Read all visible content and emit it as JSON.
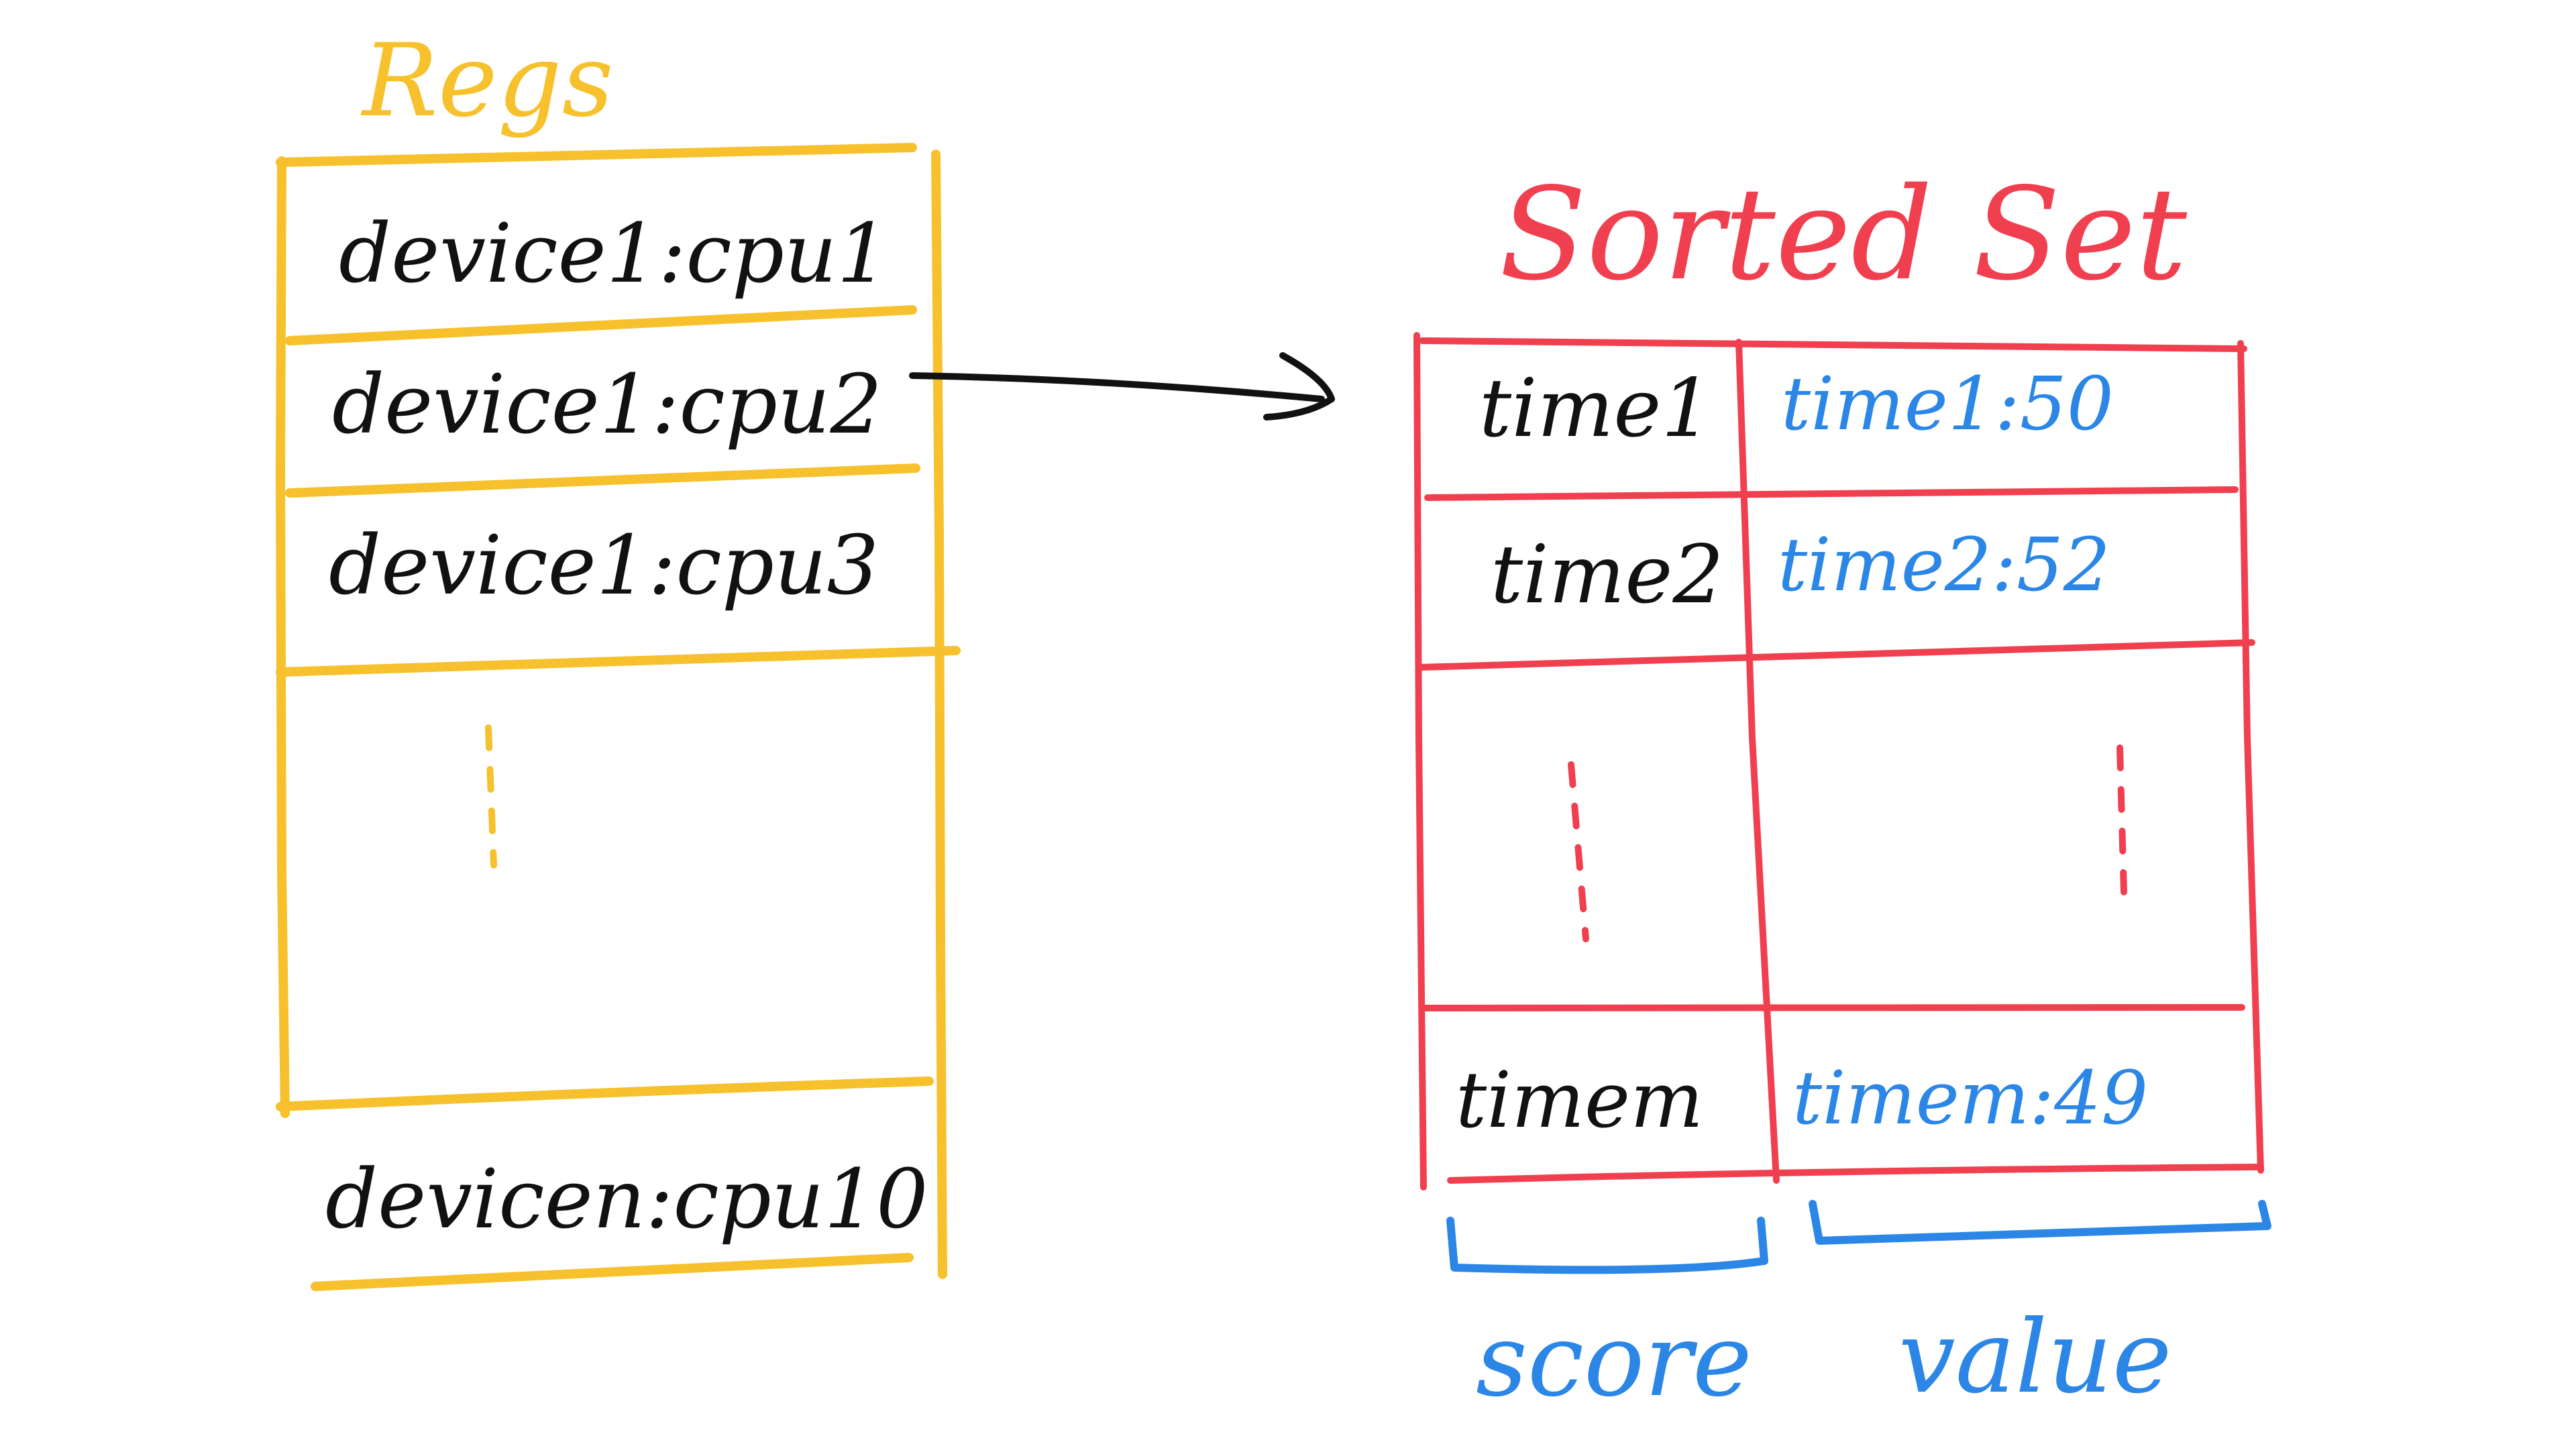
{
  "regs": {
    "title": "Regs",
    "rows": [
      "device1:cpu1",
      "device1:cpu2",
      "device1:cpu3"
    ],
    "last_row": "devicen:cpu10"
  },
  "sorted_set": {
    "title": "Sorted Set",
    "rows": [
      {
        "score": "time1",
        "value": "time1:50"
      },
      {
        "score": "time2",
        "value": "time2:52"
      }
    ],
    "last_row": {
      "score": "timem",
      "value": "timem:49"
    },
    "score_label": "score",
    "value_label": "value"
  },
  "colors": {
    "regs": "#f6c12c",
    "sorted_set": "#f0404f",
    "annotation": "#2b86e6",
    "text": "#111111"
  }
}
